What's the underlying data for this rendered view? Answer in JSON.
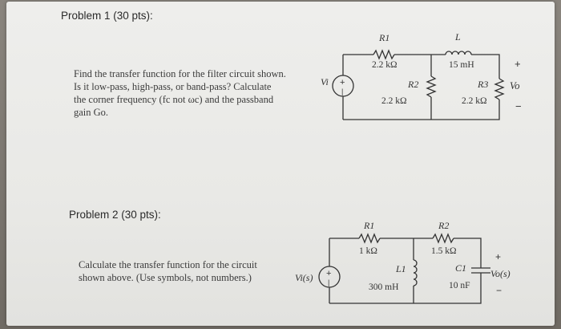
{
  "problem1": {
    "heading": "Problem 1 (30 pts):",
    "text_lines": [
      "Find the transfer function for the filter circuit shown.",
      "Is it low-pass, high-pass, or band-pass? Calculate",
      "the corner frequency (fc not ωc) and the passband",
      "gain Go."
    ],
    "circuit": {
      "source_label": "Vi",
      "source_polarity": "+",
      "r1_name": "R1",
      "r1_value": "2.2 kΩ",
      "r2_name": "R2",
      "r2_value": "2.2 kΩ",
      "l_name": "L",
      "l_value": "15 mH",
      "r3_name": "R3",
      "r3_value": "2.2 kΩ",
      "out_plus": "+",
      "out_label": "Vo",
      "out_minus": "−"
    }
  },
  "problem2": {
    "heading": "Problem 2 (30 pts):",
    "text_lines": [
      "Calculate the transfer function for the circuit",
      "shown above. (Use symbols, not numbers.)"
    ],
    "circuit": {
      "source_label": "Vi(s)",
      "source_polarity": "+",
      "r1_name": "R1",
      "r1_value": "1 kΩ",
      "l_name": "L1",
      "l_value": "300 mH",
      "r2_name": "R2",
      "r2_value": "1.5 kΩ",
      "c_name": "C1",
      "c_value": "10 nF",
      "out_plus": "+",
      "out_label": "Vo(s)",
      "out_minus": "−"
    }
  }
}
